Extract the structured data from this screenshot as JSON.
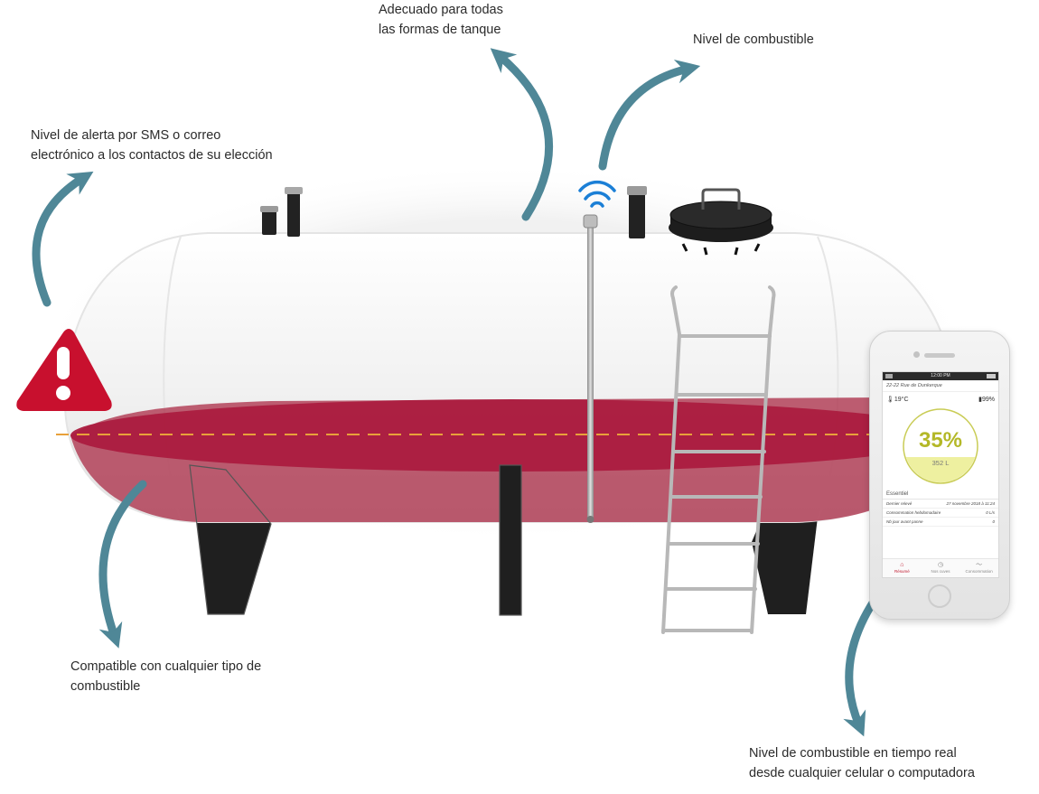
{
  "callouts": {
    "tank_shapes": [
      "Adecuado para todas",
      "las formas de tanque"
    ],
    "fuel_level": [
      "Nivel de combustible"
    ],
    "sms_alert": [
      "Nivel de alerta por SMS o correo",
      "electrónico a los contactos de su elección"
    ],
    "compatible": [
      "Compatible con cualquier tipo de",
      "combustible"
    ],
    "realtime": [
      "Nivel de combustible en tiempo real",
      "desde cualquier celular o computadora"
    ]
  },
  "phone": {
    "time": "12:00 PM",
    "address": "22-22 Rue de Dunkerque",
    "temperature": "19°C",
    "battery": "99%",
    "percent_label": "35%",
    "fill_level": 0.35,
    "liters": "352 L",
    "section_title": "Essentiel",
    "rows": [
      {
        "label": "Dernier relevé",
        "value": "27 novembre 2018 à 11:24"
      },
      {
        "label": "Consommation hebdomadaire",
        "value": "0 L/s"
      },
      {
        "label": "Nb jour avant panne",
        "value": "0"
      }
    ],
    "tabs": [
      {
        "label": "Résumé",
        "icon": "home-icon"
      },
      {
        "label": "Nos cuves",
        "icon": "clock-icon"
      },
      {
        "label": "Consommation",
        "icon": "trend-icon"
      }
    ]
  },
  "colors": {
    "arrow": "#4f8797",
    "fuel": "#a8223f",
    "alert": "#c8102e",
    "level_line": "#e8a13a",
    "gauge": "#b4b828"
  }
}
